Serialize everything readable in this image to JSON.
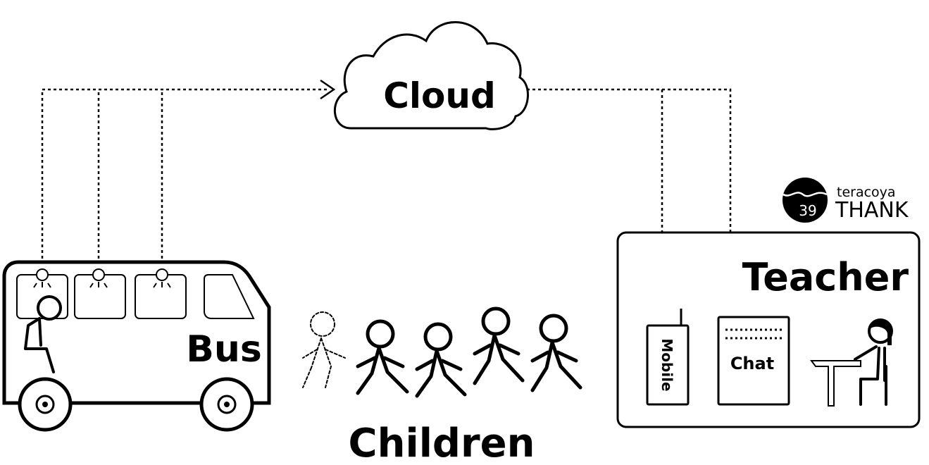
{
  "labels": {
    "cloud": "Cloud",
    "bus": "Bus",
    "children": "Children",
    "teacher": "Teacher",
    "mobile": "Mobile",
    "chat": "Chat"
  },
  "logo": {
    "number": "39",
    "line1": "teracoya",
    "line2": "THANK"
  },
  "colors": {
    "ink": "#000000",
    "background": "#ffffff"
  }
}
